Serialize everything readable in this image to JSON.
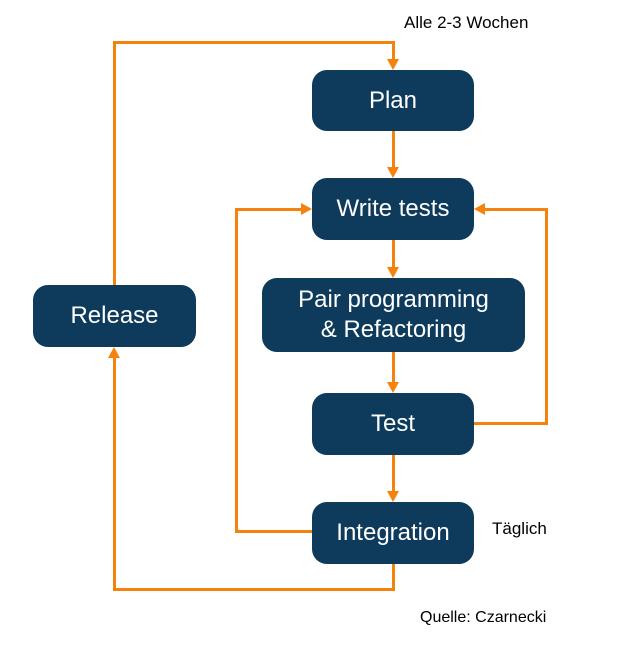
{
  "annotations": {
    "cycle_label": "Alle 2-3 Wochen",
    "daily_label": "Täglich",
    "source_label": "Quelle: Czarnecki"
  },
  "nodes": {
    "plan": {
      "label": "Plan"
    },
    "write_tests": {
      "label": "Write tests"
    },
    "pair_programming": {
      "label_line1": "Pair programming",
      "label_line2": "& Refactoring"
    },
    "test": {
      "label": "Test"
    },
    "integration": {
      "label": "Integration"
    },
    "release": {
      "label": "Release"
    }
  },
  "colors": {
    "node_fill": "#0e3a5c",
    "node_text": "#ffffff",
    "arrow": "#f5820d",
    "annotation_text": "#000000",
    "background": "#ffffff"
  }
}
